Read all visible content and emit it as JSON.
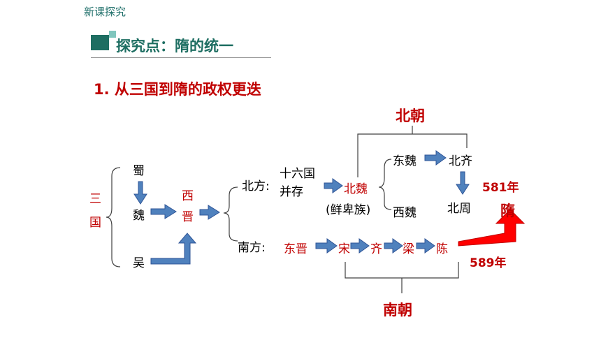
{
  "header": {
    "tag": "新课探究"
  },
  "section_title": "探究点：隋的统一",
  "subtitle": "1. 从三国到隋的政权更迭",
  "diagram": {
    "sanguo": [
      "三",
      "国"
    ],
    "shu": "蜀",
    "wei": "魏",
    "wu": "吴",
    "xijin": [
      "西",
      "晋"
    ],
    "north_label": "北方:",
    "south_label": "南方:",
    "sixteen": [
      "十六国",
      "并存"
    ],
    "beiwei": "北魏",
    "xianbei": "(鲜卑族)",
    "dongwei": "东魏",
    "xiwei": "西魏",
    "beiqi": "北齐",
    "beizhou": "北周",
    "beichao": "北朝",
    "nanchao": "南朝",
    "south_states": [
      "东晋",
      "宋",
      "齐",
      "梁",
      "陈"
    ],
    "year_581": "581年",
    "sui": "隋",
    "year_589": "589年"
  },
  "colors": {
    "arrow_blue": "#4f81bd",
    "title_teal": "#1e6e62",
    "accent_red": "#c00000",
    "arrow_red": "#ff0000"
  }
}
